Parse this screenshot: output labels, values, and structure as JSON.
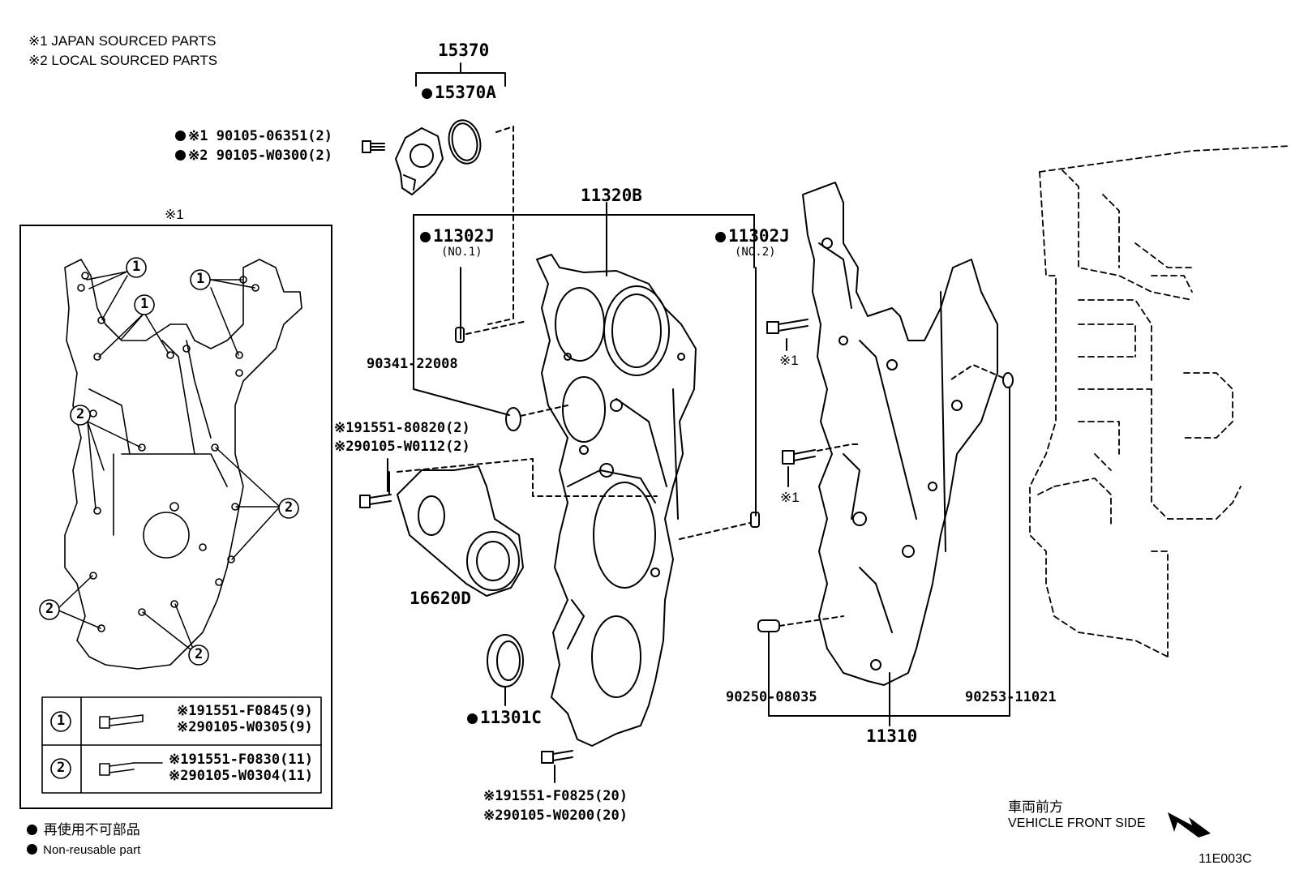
{
  "notes": {
    "line1": "※1 JAPAN SOURCED PARTS",
    "line2": "※2 LOCAL SOURCED PARTS"
  },
  "sensor": {
    "assy": "15370",
    "oring": "15370A",
    "bolt_jp": "※1 90105-06351(2)",
    "bolt_local": "※2 90105-W0300(2)"
  },
  "inset": {
    "marker": "※1",
    "callouts": {
      "one": "1",
      "two": "2"
    },
    "legend": [
      {
        "num": "1",
        "jp": "※191551-F0845(9)",
        "local": "※290105-W0305(9)"
      },
      {
        "num": "2",
        "jp": "※191551-F0830(11)",
        "local": "※290105-W0304(11)"
      }
    ]
  },
  "cover": {
    "assy": "11320B",
    "seal_no1": "11302J",
    "seal_no1_sub": "(NO.1)",
    "seal_no2": "11302J",
    "seal_no2_sub": "(NO.2)",
    "plug": "90341-22008",
    "oil_seal": "11301C",
    "bolt_top_jp": "※191551-80820(2)",
    "bolt_top_local": "※290105-W0112(2)",
    "bolt_bottom_jp": "※191551-F0825(20)",
    "bolt_bottom_local": "※290105-W0200(20)"
  },
  "tensioner": {
    "part": "16620D"
  },
  "case": {
    "assy": "11310",
    "pin_left": "90250-08035",
    "pin_right": "90253-11021",
    "bolt_mark_1": "※1",
    "bolt_mark_2": "※1"
  },
  "legend": {
    "nonreusable_jp": "再使用不可部品",
    "nonreusable_en": "Non-reusable part"
  },
  "direction": {
    "jp": "車両前方",
    "en": "VEHICLE FRONT SIDE"
  },
  "figure_id": "11E003C"
}
